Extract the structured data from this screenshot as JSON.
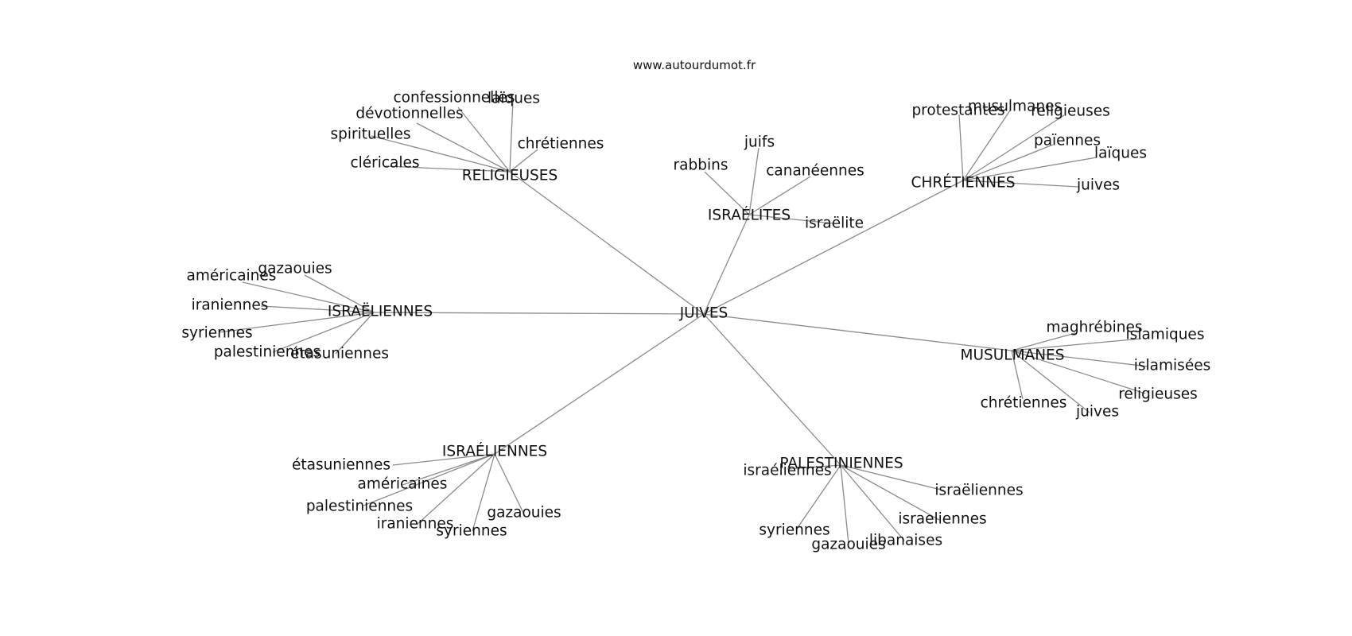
{
  "source": "www.autourdumot.fr",
  "root": "JUIVES",
  "clusters": [
    {
      "hub": "RELIGIEUSES",
      "leaves": [
        "confessionnelles",
        "laïques",
        "dévotionnelles",
        "spirituelles",
        "chrétiennes",
        "cléricales"
      ]
    },
    {
      "hub": "ISRAÉLITES",
      "leaves": [
        "juifs",
        "rabbins",
        "cananéennes",
        "israëlite"
      ]
    },
    {
      "hub": "CHRÉTIENNES",
      "leaves": [
        "protestantes",
        "musulmanes",
        "religieuses",
        "païennes",
        "laïques",
        "juives"
      ]
    },
    {
      "hub": "ISRAËLIENNES",
      "leaves": [
        "gazaouies",
        "américaines",
        "iraniennes",
        "syriennes",
        "palestiniennes",
        "étasuniennes"
      ]
    },
    {
      "hub": "MUSULMANES",
      "leaves": [
        "maghrébines",
        "islamiques",
        "islamisées",
        "religieuses",
        "chrétiennes",
        "juives"
      ]
    },
    {
      "hub": "ISRAÉLIENNES",
      "leaves": [
        "étasuniennes",
        "américaines",
        "palestiniennes",
        "iraniennes",
        "gazaouies",
        "syriennes"
      ]
    },
    {
      "hub": "PALESTINIENNES",
      "leaves": [
        "israéliennes",
        "israëliennes",
        "israeliennes",
        "syriennes",
        "gazaouies",
        "libanaises"
      ]
    }
  ]
}
